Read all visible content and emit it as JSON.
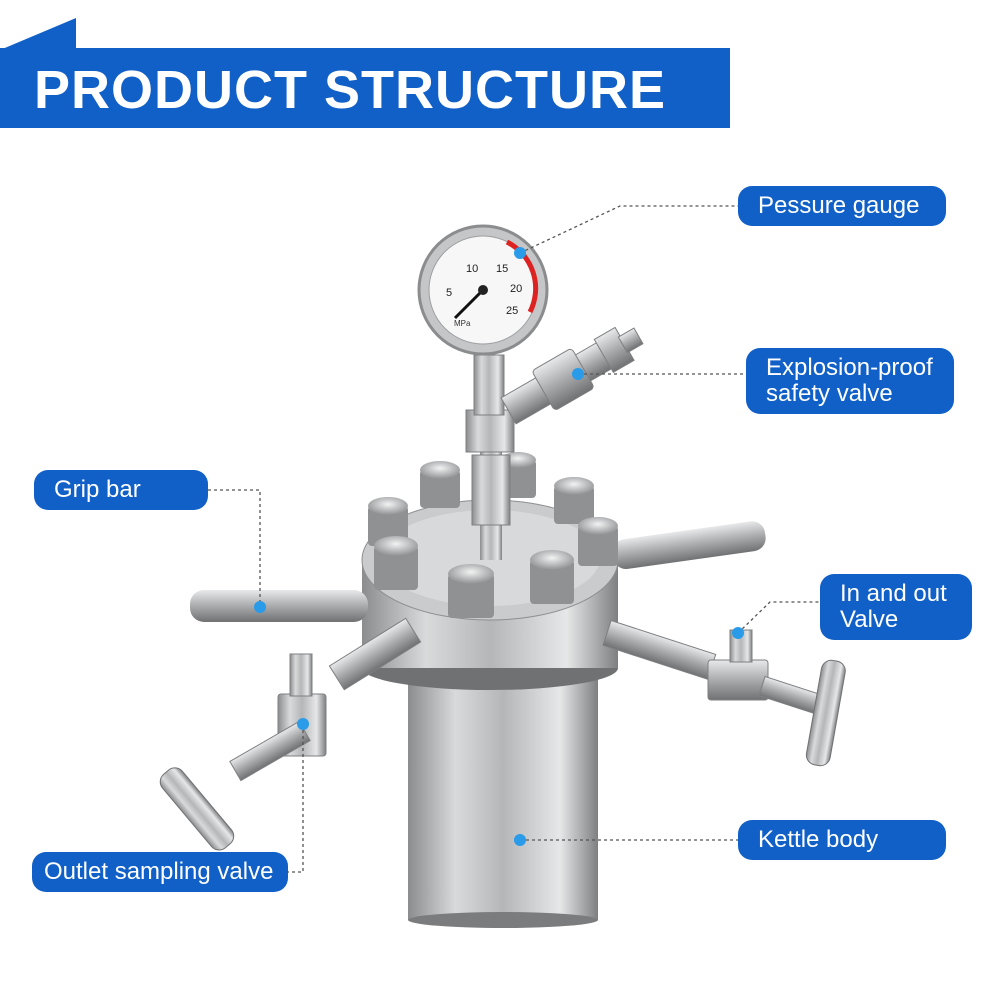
{
  "title": "PRODUCT STRUCTURE",
  "colors": {
    "brand_blue": "#1060c8",
    "marker_blue": "#2a9be8",
    "leader_line": "#555555"
  },
  "labels": {
    "pressure_gauge": "Pessure gauge",
    "safety_valve": "Explosion-proof\nsafety valve",
    "grip_bar": "Grip bar",
    "in_out_valve": "In and out\nValve",
    "kettle_body": "Kettle body",
    "outlet_valve": "Outlet sampling valve"
  },
  "gauge": {
    "ticks": [
      "5",
      "10",
      "15",
      "20",
      "25"
    ],
    "unit": "MPa"
  }
}
